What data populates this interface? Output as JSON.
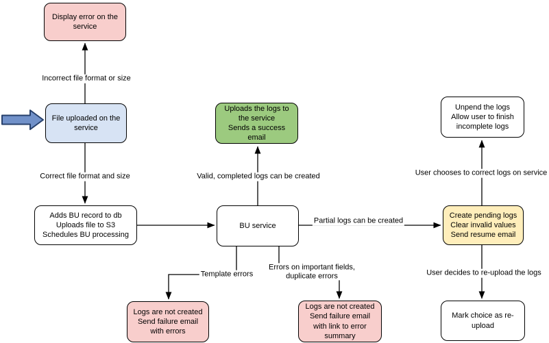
{
  "diagram": {
    "type": "flowchart",
    "nodes": {
      "display_error": {
        "color": "#f8cecc",
        "lines": [
          "Display error on the service"
        ]
      },
      "file_uploaded": {
        "color": "#d7e3f4",
        "lines": [
          "File uploaded on the service"
        ]
      },
      "adds_bu_record": {
        "color": "#ffffff",
        "lines": [
          "Adds BU record to db",
          "Uploads file to S3",
          "Schedules BU processing"
        ]
      },
      "bu_service": {
        "color": "#ffffff",
        "lines": [
          "BU service"
        ]
      },
      "uploads_logs": {
        "color": "#9cca7f",
        "lines": [
          "Uploads the logs to the service",
          "Sends a success email"
        ]
      },
      "create_pending": {
        "color": "#ffeebb",
        "lines": [
          "Create pending logs",
          "Clear invalid values",
          "Send resume email"
        ]
      },
      "unpend_logs": {
        "color": "#ffffff",
        "lines": [
          "Unpend the logs",
          "Allow user to finish incomplete logs"
        ]
      },
      "mark_choice": {
        "color": "#ffffff",
        "lines": [
          "Mark choice as re-upload"
        ]
      },
      "logs_failure_errors": {
        "color": "#f8cecc",
        "lines": [
          "Logs are not created",
          "Send failure email with errors"
        ]
      },
      "logs_failure_summary": {
        "color": "#f8cecc",
        "lines": [
          "Logs are not created",
          "Send failure email with link to error summary"
        ]
      }
    },
    "edges": {
      "incorrect_format": "Incorrect file format or size",
      "correct_format": "Correct file format and size",
      "valid_completed": "Valid, completed logs can be created",
      "partial_logs": "Partial logs can be created",
      "template_errors": "Template errors",
      "field_errors": "Errors on important fields, duplicate errors",
      "user_corrects": "User chooses to correct logs on service",
      "user_reuploads": "User decides to re-upload the logs"
    },
    "icons": {
      "entry_arrow": "thick-right-arrow"
    },
    "colors": {
      "node_pink": "#f8cecc",
      "node_blue": "#d7e3f4",
      "node_green": "#9cca7f",
      "node_yellow": "#ffeebb",
      "node_white": "#ffffff",
      "border": "#000000",
      "connector": "#000000",
      "entry_arrow_fill": "#7191c9",
      "entry_arrow_stroke": "#27406b"
    }
  }
}
